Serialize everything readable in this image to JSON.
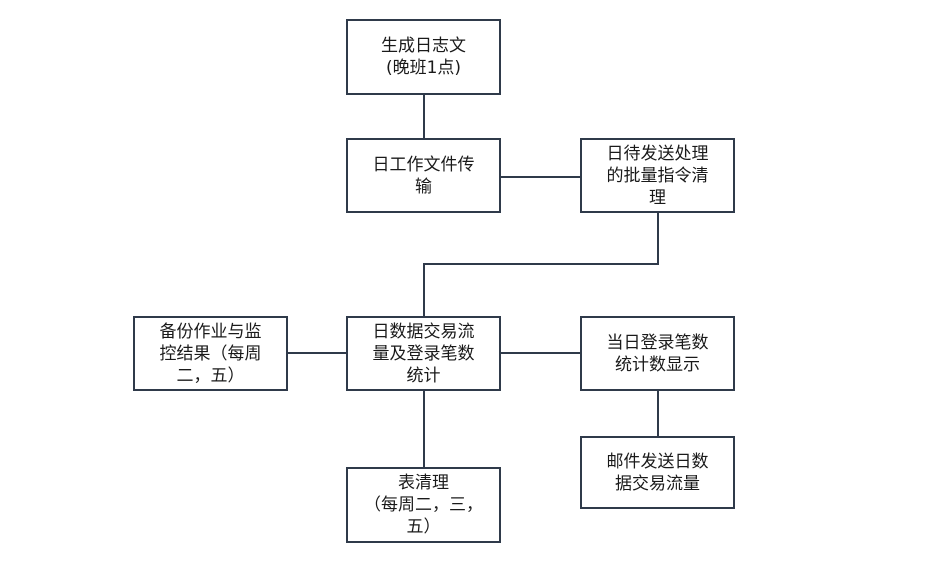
{
  "nodes": {
    "generate_log": "生成日志文\n(晚班1点)",
    "daily_file_transfer": "日工作文件传\n输",
    "pending_batch_cleanup": "日待发送处理\n的批量指令清\n理",
    "daily_stats": "日数据交易流\n量及登录笔数\n统计",
    "backup_monitor": "备份作业与监\n控结果（每周\n二，五）",
    "login_count_display": "当日登录笔数\n统计数显示",
    "table_cleanup": "表清理\n（每周二，三，\n五）",
    "email_daily_flow": "邮件发送日数\n据交易流量"
  },
  "colors": {
    "border": "#2f3a4a",
    "text": "#1a1a1a",
    "background": "#ffffff"
  }
}
